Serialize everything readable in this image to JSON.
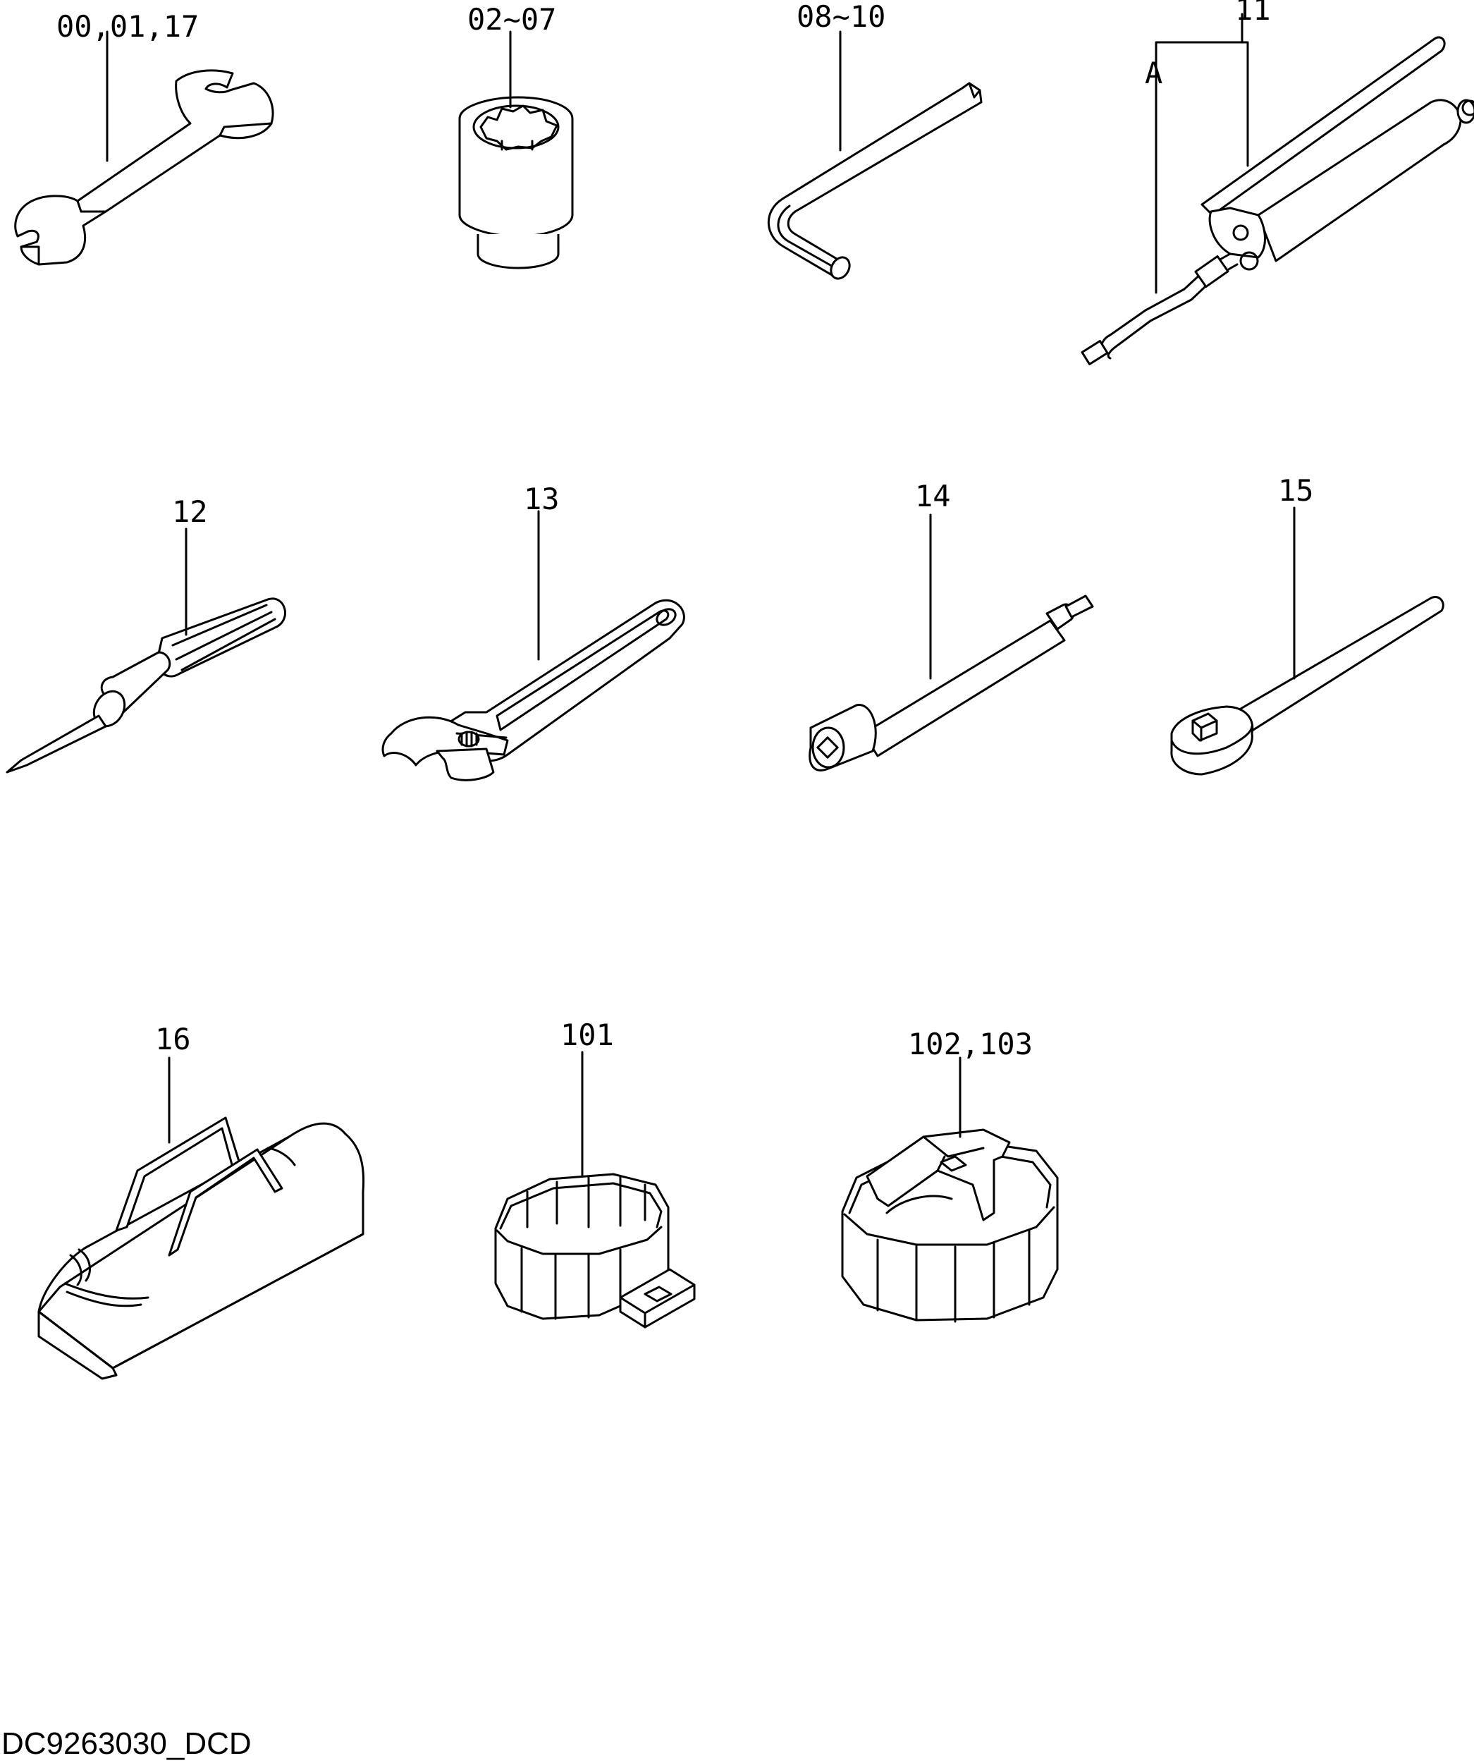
{
  "callouts": {
    "wrench": "00,01,17",
    "socket": "02~07",
    "hex_key": "08~10",
    "grease_gun": "11",
    "grease_gun_part_a": "A",
    "screwdriver": "12",
    "adjustable_wrench": "13",
    "extension_bar": "14",
    "ratchet_handle": "15",
    "tool_bag": "16",
    "filter_wrench_101": "101",
    "filter_wrench_102": "102,103"
  },
  "drawing_id": "DC9263030_DCD"
}
